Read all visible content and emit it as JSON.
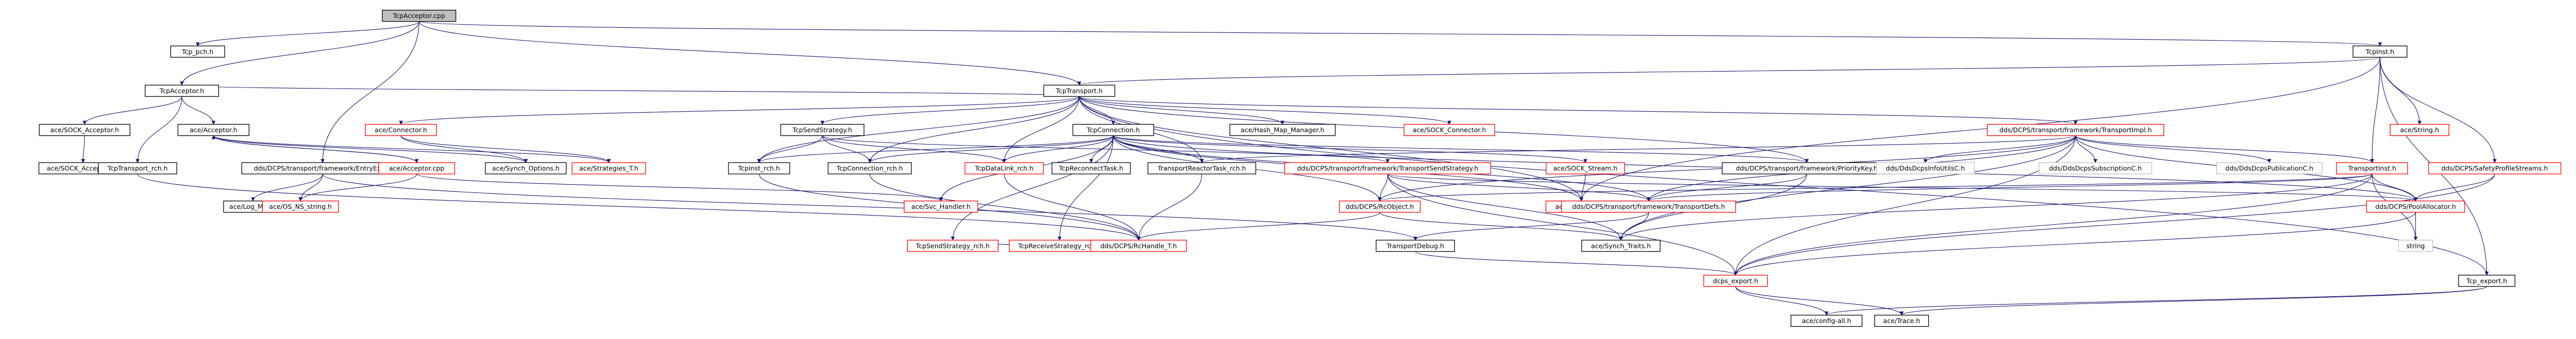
{
  "colors": {
    "edge": "#191970",
    "border_black": "#000000",
    "border_missing": "#ff0000",
    "root_fill": "#bfbfbf",
    "node_fill": "#ffffff",
    "text": "#000000"
  },
  "nodes": [
    {
      "id": "n0",
      "label": "TcpAcceptor.cpp",
      "missing": false,
      "root": true
    },
    {
      "id": "n1",
      "label": "Tcp_pch.h",
      "missing": false
    },
    {
      "id": "n2",
      "label": "TcpAcceptor.h",
      "missing": false
    },
    {
      "id": "n3",
      "label": "TcpInst.h",
      "missing": false
    },
    {
      "id": "n4",
      "label": "TcpTransport.h",
      "missing": false
    },
    {
      "id": "n5",
      "label": "ace/SOCK_Acceptor.h",
      "missing": false
    },
    {
      "id": "n6",
      "label": "ace/Acceptor.h",
      "missing": false
    },
    {
      "id": "n7",
      "label": "ace/Connector.h",
      "missing": true
    },
    {
      "id": "n8",
      "label": "TcpSendStrategy.h",
      "missing": false
    },
    {
      "id": "n9",
      "label": "TcpConnection.h",
      "missing": false
    },
    {
      "id": "n10",
      "label": "ace/Hash_Map_Manager.h",
      "missing": false
    },
    {
      "id": "n11",
      "label": "ace/SOCK_Connector.h",
      "missing": true
    },
    {
      "id": "n12",
      "label": "dds/DCPS/transport/framework/TransportImpl.h",
      "missing": true
    },
    {
      "id": "n13",
      "label": "ace/String.h",
      "missing": true
    },
    {
      "id": "n14",
      "label": "ace/SOCK_Acceptor.inl",
      "missing": false
    },
    {
      "id": "n15",
      "label": "TcpTransport_rch.h",
      "missing": false
    },
    {
      "id": "n16",
      "label": "dds/DCPS/transport/framework/EntryExit.h",
      "missing": false
    },
    {
      "id": "n17",
      "label": "ace/Acceptor.cpp",
      "missing": true
    },
    {
      "id": "n18",
      "label": "ace/Synch_Options.h",
      "missing": false
    },
    {
      "id": "n19",
      "label": "ace/Strategies_T.h",
      "missing": true
    },
    {
      "id": "n20",
      "label": "TcpInst_rch.h",
      "missing": false
    },
    {
      "id": "n21",
      "label": "TcpConnection_rch.h",
      "missing": false
    },
    {
      "id": "n22",
      "label": "TcpDataLink_rch.h",
      "missing": true
    },
    {
      "id": "n23",
      "label": "TcpReconnectTask.h",
      "missing": false
    },
    {
      "id": "n24",
      "label": "TransportReactorTask_rch.h",
      "missing": false
    },
    {
      "id": "n25",
      "label": "dds/DCPS/transport/framework/TransportSendStrategy.h",
      "missing": true
    },
    {
      "id": "n26",
      "label": "ace/SOCK_Stream.h",
      "missing": true
    },
    {
      "id": "n27",
      "label": "dds/DCPS/transport/framework/PriorityKey.h",
      "missing": false
    },
    {
      "id": "n28",
      "label": "dds/DdsDcpsInfoUtilsC.h",
      "missing": false,
      "grey": true
    },
    {
      "id": "n29",
      "label": "dds/DdsDcpsSubscriptionC.h",
      "missing": false,
      "grey": true
    },
    {
      "id": "n30",
      "label": "dds/DdsDcpsPublicationC.h",
      "missing": false,
      "grey": true
    },
    {
      "id": "n31",
      "label": "TransportInst.h",
      "missing": true
    },
    {
      "id": "n32",
      "label": "dds/DCPS/SafetyProfileStreams.h",
      "missing": true
    },
    {
      "id": "n33",
      "label": "ace/Log_Msg.h",
      "missing": false
    },
    {
      "id": "n34",
      "label": "ace/OS_NS_string.h",
      "missing": true
    },
    {
      "id": "n35",
      "label": "ace/Svc_Handler.h",
      "missing": true
    },
    {
      "id": "n36",
      "label": "TcpSendStrategy_rch.h",
      "missing": true
    },
    {
      "id": "n37",
      "label": "TcpReceiveStrategy_rch.h",
      "missing": true
    },
    {
      "id": "n38",
      "label": "dds/DCPS/RcObject.h",
      "missing": true
    },
    {
      "id": "n39",
      "label": "ace/INET_Addr.h",
      "missing": true
    },
    {
      "id": "n40",
      "label": "dds/DCPS/transport/framework/TransportDefs.h",
      "missing": true
    },
    {
      "id": "n41",
      "label": "dds/DCPS/PoolAllocator.h",
      "missing": true
    },
    {
      "id": "n42",
      "label": "dds/DCPS/RcHandle_T.h",
      "missing": true
    },
    {
      "id": "n43",
      "label": "TransportDebug.h",
      "missing": false
    },
    {
      "id": "n44",
      "label": "ace/Synch_Traits.h",
      "missing": false
    },
    {
      "id": "n45",
      "label": "string",
      "missing": false,
      "grey": true
    },
    {
      "id": "n46",
      "label": "dcps_export.h",
      "missing": true
    },
    {
      "id": "n47",
      "label": "Tcp_export.h",
      "missing": false
    },
    {
      "id": "n48",
      "label": "ace/config-all.h",
      "missing": false
    },
    {
      "id": "n49",
      "label": "ace/Trace.h",
      "missing": false
    }
  ],
  "edges": [
    [
      "n0",
      "n1"
    ],
    [
      "n0",
      "n2"
    ],
    [
      "n0",
      "n3"
    ],
    [
      "n0",
      "n4"
    ],
    [
      "n0",
      "n16"
    ],
    [
      "n2",
      "n5"
    ],
    [
      "n2",
      "n6"
    ],
    [
      "n2",
      "n4"
    ],
    [
      "n2",
      "n15"
    ],
    [
      "n3",
      "n4"
    ],
    [
      "n3",
      "n13"
    ],
    [
      "n3",
      "n31"
    ],
    [
      "n3",
      "n32"
    ],
    [
      "n3",
      "n47"
    ],
    [
      "n3",
      "n39"
    ],
    [
      "n4",
      "n7"
    ],
    [
      "n4",
      "n8"
    ],
    [
      "n4",
      "n9"
    ],
    [
      "n4",
      "n10"
    ],
    [
      "n4",
      "n11"
    ],
    [
      "n4",
      "n12"
    ],
    [
      "n4",
      "n20"
    ],
    [
      "n4",
      "n21"
    ],
    [
      "n4",
      "n22"
    ],
    [
      "n4",
      "n24"
    ],
    [
      "n4",
      "n27"
    ],
    [
      "n4",
      "n39"
    ],
    [
      "n4",
      "n47"
    ],
    [
      "n5",
      "n14"
    ],
    [
      "n6",
      "n17"
    ],
    [
      "n6",
      "n18"
    ],
    [
      "n6",
      "n19"
    ],
    [
      "n7",
      "n18"
    ],
    [
      "n7",
      "n19"
    ],
    [
      "n8",
      "n20"
    ],
    [
      "n8",
      "n21"
    ],
    [
      "n8",
      "n22"
    ],
    [
      "n8",
      "n25"
    ],
    [
      "n9",
      "n20"
    ],
    [
      "n9",
      "n21"
    ],
    [
      "n9",
      "n22"
    ],
    [
      "n9",
      "n23"
    ],
    [
      "n9",
      "n24"
    ],
    [
      "n9",
      "n26"
    ],
    [
      "n9",
      "n27"
    ],
    [
      "n9",
      "n35"
    ],
    [
      "n9",
      "n36"
    ],
    [
      "n9",
      "n37"
    ],
    [
      "n9",
      "n38"
    ],
    [
      "n9",
      "n39"
    ],
    [
      "n9",
      "n40"
    ],
    [
      "n9",
      "n41"
    ],
    [
      "n12",
      "n28"
    ],
    [
      "n12",
      "n29"
    ],
    [
      "n12",
      "n30"
    ],
    [
      "n12",
      "n31"
    ],
    [
      "n12",
      "n38"
    ],
    [
      "n12",
      "n40"
    ],
    [
      "n12",
      "n41"
    ],
    [
      "n12",
      "n44"
    ],
    [
      "n12",
      "n46"
    ],
    [
      "n12",
      "n24"
    ],
    [
      "n15",
      "n42"
    ],
    [
      "n16",
      "n33"
    ],
    [
      "n16",
      "n34"
    ],
    [
      "n16",
      "n43"
    ],
    [
      "n17",
      "n6"
    ],
    [
      "n17",
      "n34"
    ],
    [
      "n17",
      "n35"
    ],
    [
      "n20",
      "n42"
    ],
    [
      "n21",
      "n42"
    ],
    [
      "n22",
      "n42"
    ],
    [
      "n24",
      "n42"
    ],
    [
      "n25",
      "n38"
    ],
    [
      "n25",
      "n40"
    ],
    [
      "n25",
      "n41"
    ],
    [
      "n25",
      "n44"
    ],
    [
      "n25",
      "n46"
    ],
    [
      "n26",
      "n39"
    ],
    [
      "n27",
      "n40"
    ],
    [
      "n27",
      "n44"
    ],
    [
      "n31",
      "n38"
    ],
    [
      "n31",
      "n40"
    ],
    [
      "n31",
      "n41"
    ],
    [
      "n31",
      "n44"
    ],
    [
      "n31",
      "n46"
    ],
    [
      "n31",
      "n45"
    ],
    [
      "n32",
      "n41"
    ],
    [
      "n32",
      "n46"
    ],
    [
      "n36",
      "n42"
    ],
    [
      "n37",
      "n42"
    ],
    [
      "n38",
      "n42"
    ],
    [
      "n38",
      "n44"
    ],
    [
      "n40",
      "n43"
    ],
    [
      "n40",
      "n44"
    ],
    [
      "n41",
      "n45"
    ],
    [
      "n41",
      "n46"
    ],
    [
      "n43",
      "n46"
    ],
    [
      "n46",
      "n48"
    ],
    [
      "n46",
      "n49"
    ],
    [
      "n47",
      "n48"
    ],
    [
      "n47",
      "n49"
    ]
  ]
}
